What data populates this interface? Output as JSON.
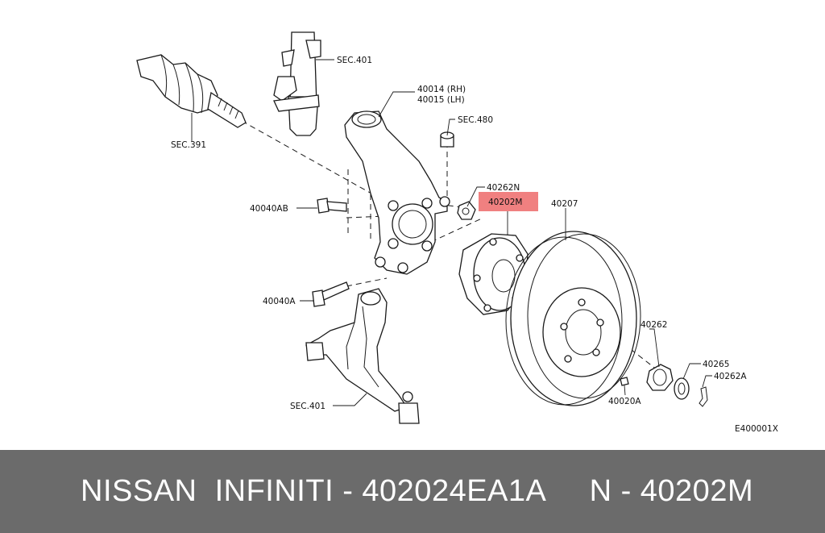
{
  "diagram": {
    "labels": {
      "sec401_top": "SEC.401",
      "knuckle_rh": "40014 (RH)",
      "knuckle_lh": "40015 (LH)",
      "sec480": "SEC.480",
      "sec391": "SEC.391",
      "p40262n": "40262N",
      "p40202m": "40202M",
      "p40207": "40207",
      "p40040ab": "40040AB",
      "p40040a": "40040A",
      "p40262": "40262",
      "p40265": "40265",
      "p40262a": "40262A",
      "p40020a": "40020A",
      "sec401_bottom": "SEC.401",
      "figure_code": "E400001X"
    },
    "highlight_color": "#f08080"
  },
  "footer": {
    "text": "NISSAN  INFINITI - 402024EA1A     N - 40202M",
    "background": "#6b6b6b"
  }
}
